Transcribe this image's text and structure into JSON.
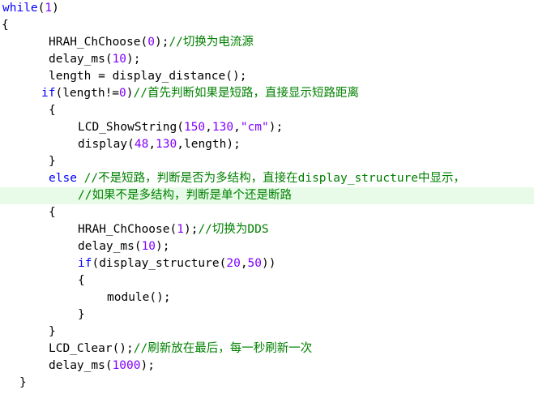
{
  "editor": {
    "current_line_index": 11,
    "lines": [
      {
        "indent": 3,
        "tokens": [
          {
            "t": "kw",
            "v": "while"
          },
          {
            "t": "plain",
            "v": "("
          },
          {
            "t": "num",
            "v": "1"
          },
          {
            "t": "plain",
            "v": ")"
          }
        ]
      },
      {
        "indent": 2,
        "tokens": [
          {
            "t": "plain",
            "v": "{"
          }
        ]
      },
      {
        "indent": 60,
        "tokens": [
          {
            "t": "fn",
            "v": "HRAH_ChChoose"
          },
          {
            "t": "plain",
            "v": "("
          },
          {
            "t": "num",
            "v": "0"
          },
          {
            "t": "plain",
            "v": ");"
          },
          {
            "t": "cm",
            "v": "//切换为电流源"
          }
        ]
      },
      {
        "indent": 60,
        "tokens": [
          {
            "t": "fn",
            "v": "delay_ms"
          },
          {
            "t": "plain",
            "v": "("
          },
          {
            "t": "num",
            "v": "10"
          },
          {
            "t": "plain",
            "v": ");"
          }
        ]
      },
      {
        "indent": 60,
        "tokens": [
          {
            "t": "plain",
            "v": "length = "
          },
          {
            "t": "fn",
            "v": "display_distance"
          },
          {
            "t": "plain",
            "v": "();"
          }
        ]
      },
      {
        "indent": 51,
        "tokens": [
          {
            "t": "kw",
            "v": "if"
          },
          {
            "t": "plain",
            "v": "(length!="
          },
          {
            "t": "num",
            "v": "0"
          },
          {
            "t": "plain",
            "v": ")"
          },
          {
            "t": "cm",
            "v": "//首先判断如果是短路，直接显示短路距离"
          }
        ]
      },
      {
        "indent": 60,
        "tokens": [
          {
            "t": "plain",
            "v": "{"
          }
        ]
      },
      {
        "indent": 96,
        "tokens": [
          {
            "t": "fn",
            "v": "LCD_ShowString"
          },
          {
            "t": "plain",
            "v": "("
          },
          {
            "t": "num",
            "v": "150"
          },
          {
            "t": "plain",
            "v": ","
          },
          {
            "t": "num",
            "v": "130"
          },
          {
            "t": "plain",
            "v": ","
          },
          {
            "t": "str",
            "v": "\"cm\""
          },
          {
            "t": "plain",
            "v": ");"
          }
        ]
      },
      {
        "indent": 96,
        "tokens": [
          {
            "t": "fn",
            "v": "display"
          },
          {
            "t": "plain",
            "v": "("
          },
          {
            "t": "num",
            "v": "48"
          },
          {
            "t": "plain",
            "v": ","
          },
          {
            "t": "num",
            "v": "130"
          },
          {
            "t": "plain",
            "v": ",length);"
          }
        ]
      },
      {
        "indent": 60,
        "tokens": [
          {
            "t": "plain",
            "v": "}"
          }
        ]
      },
      {
        "indent": 60,
        "tokens": [
          {
            "t": "kw",
            "v": "else"
          },
          {
            "t": "plain",
            "v": " "
          },
          {
            "t": "cm",
            "v": "//不是短路，判断是否为多结构，直接在display_structure中显示，"
          }
        ]
      },
      {
        "indent": 96,
        "tokens": [
          {
            "t": "cm",
            "v": "//如果不是多结构，判断是单个还是断路"
          }
        ]
      },
      {
        "indent": 60,
        "tokens": [
          {
            "t": "plain",
            "v": "{"
          }
        ]
      },
      {
        "indent": 96,
        "tokens": [
          {
            "t": "fn",
            "v": "HRAH_ChChoose"
          },
          {
            "t": "plain",
            "v": "("
          },
          {
            "t": "num",
            "v": "1"
          },
          {
            "t": "plain",
            "v": ");"
          },
          {
            "t": "cm",
            "v": "//切换为DDS"
          }
        ]
      },
      {
        "indent": 96,
        "tokens": [
          {
            "t": "fn",
            "v": "delay_ms"
          },
          {
            "t": "plain",
            "v": "("
          },
          {
            "t": "num",
            "v": "10"
          },
          {
            "t": "plain",
            "v": ");"
          }
        ]
      },
      {
        "indent": 96,
        "tokens": [
          {
            "t": "kw",
            "v": "if"
          },
          {
            "t": "plain",
            "v": "("
          },
          {
            "t": "fn",
            "v": "display_structure"
          },
          {
            "t": "plain",
            "v": "("
          },
          {
            "t": "num",
            "v": "20"
          },
          {
            "t": "plain",
            "v": ","
          },
          {
            "t": "num",
            "v": "50"
          },
          {
            "t": "plain",
            "v": "))"
          }
        ]
      },
      {
        "indent": 96,
        "tokens": [
          {
            "t": "plain",
            "v": "{"
          }
        ]
      },
      {
        "indent": 132,
        "tokens": [
          {
            "t": "fn",
            "v": "module"
          },
          {
            "t": "plain",
            "v": "();"
          }
        ]
      },
      {
        "indent": 96,
        "tokens": [
          {
            "t": "plain",
            "v": "}"
          }
        ]
      },
      {
        "indent": 60,
        "tokens": [
          {
            "t": "plain",
            "v": "}"
          }
        ]
      },
      {
        "indent": 60,
        "tokens": [
          {
            "t": "fn",
            "v": "LCD_Clear"
          },
          {
            "t": "plain",
            "v": "();"
          },
          {
            "t": "cm",
            "v": "//刷新放在最后，每一秒刷新一次"
          }
        ]
      },
      {
        "indent": 60,
        "tokens": [
          {
            "t": "fn",
            "v": "delay_ms"
          },
          {
            "t": "plain",
            "v": "("
          },
          {
            "t": "num",
            "v": "1000"
          },
          {
            "t": "plain",
            "v": ");"
          }
        ]
      },
      {
        "indent": 24,
        "tokens": [
          {
            "t": "plain",
            "v": "}"
          }
        ]
      }
    ]
  },
  "colors": {
    "keyword": "#0000ff",
    "number": "#8000ff",
    "comment": "#008000",
    "current_line": "#e8fbe8"
  }
}
